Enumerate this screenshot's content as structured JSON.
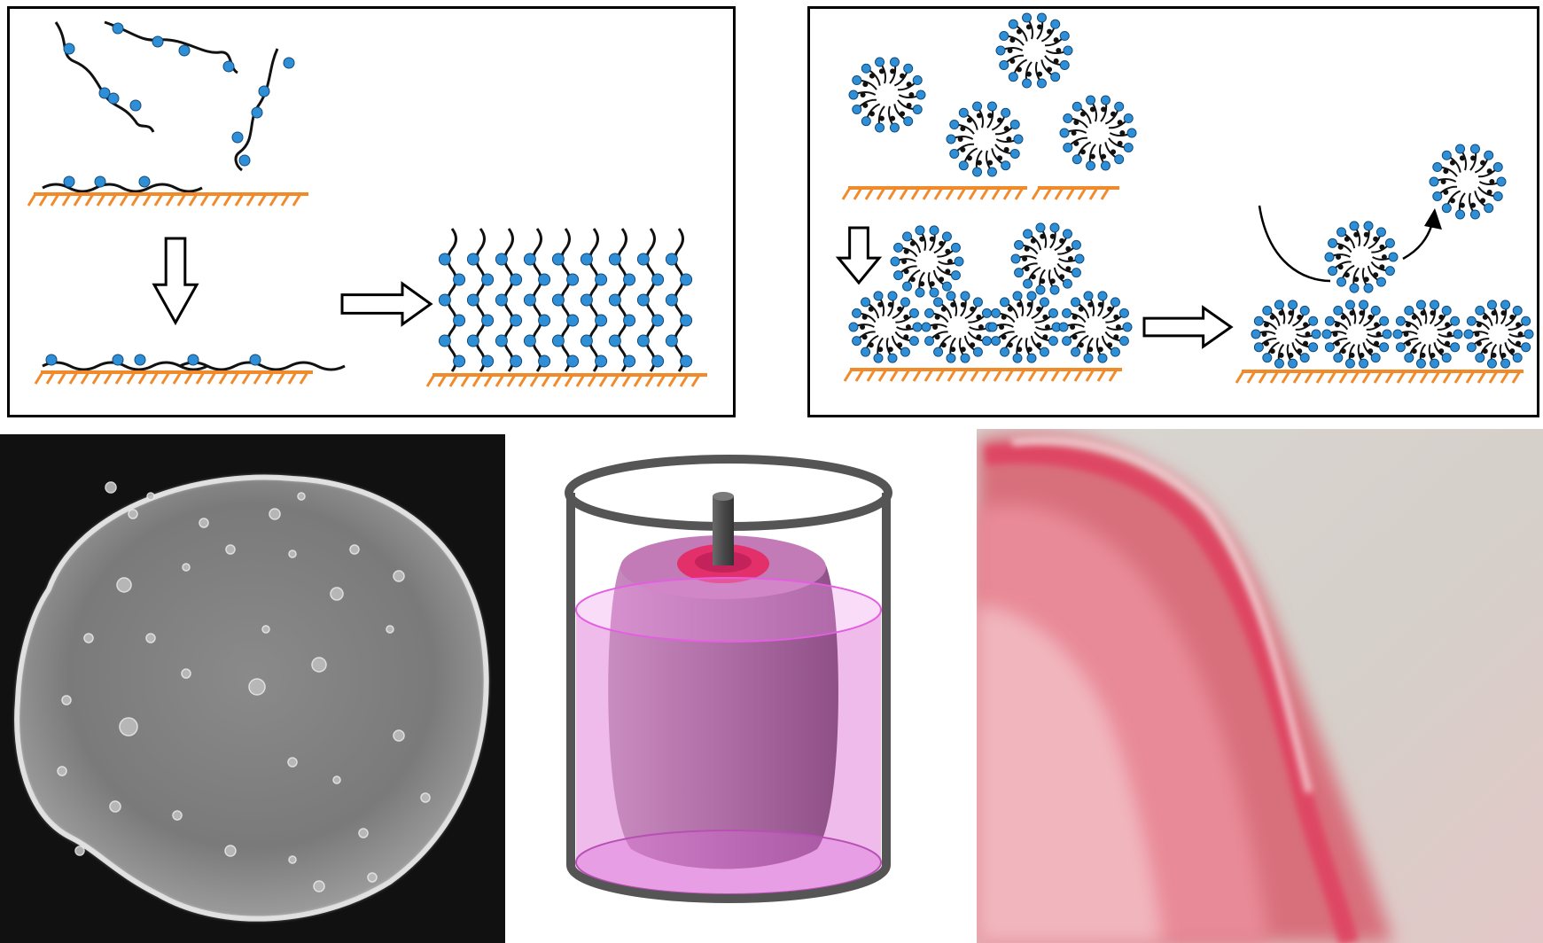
{
  "figure": {
    "panels": [
      {
        "id": "a",
        "kind": "schematic",
        "subject": "polymer-chain-adsorption-brush"
      },
      {
        "id": "b",
        "kind": "schematic",
        "subject": "micelle-adsorption-monolayer"
      },
      {
        "id": "c",
        "kind": "photo",
        "subject": "translucent-disc-sample"
      },
      {
        "id": "d",
        "kind": "schematic",
        "subject": "cylindrical-container-with-pink-cylinder-and-rod"
      },
      {
        "id": "e",
        "kind": "photo",
        "subject": "pink-coating-closeup"
      }
    ]
  },
  "colors": {
    "substrate": "#f08a2a",
    "bead": "#2f8fd6",
    "chain": "#111111",
    "frame": "#000000",
    "container": "#555555",
    "liquid": "#e98be6",
    "sample": "#b56aa8",
    "sample_top": "#e43c70",
    "rod": "#555555"
  },
  "icons": [
    "outline-arrow-down-icon",
    "outline-arrow-right-icon",
    "curved-arrow-icon"
  ]
}
